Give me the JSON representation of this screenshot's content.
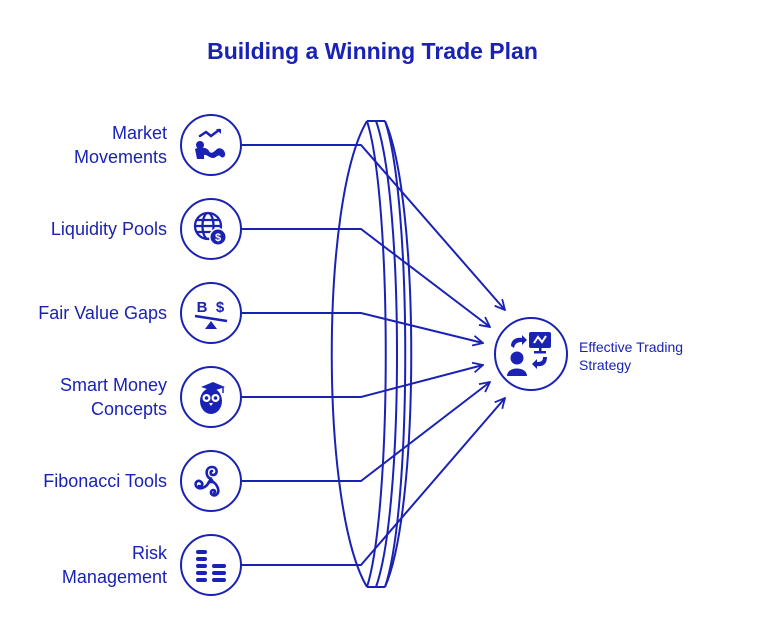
{
  "title": "Building a Winning Trade Plan",
  "colors": {
    "primary": "#1a22b5"
  },
  "inputs": [
    {
      "label": "Market Movements",
      "lines": [
        "Market",
        "Movements"
      ],
      "icon": "market-chart-icon"
    },
    {
      "label": "Liquidity Pools",
      "lines": [
        "Liquidity Pools"
      ],
      "icon": "globe-dollar-icon"
    },
    {
      "label": "Fair Value Gaps",
      "lines": [
        "Fair Value Gaps"
      ],
      "icon": "balance-scale-icon"
    },
    {
      "label": "Smart Money Concepts",
      "lines": [
        "Smart Money",
        "Concepts"
      ],
      "icon": "owl-graduate-icon"
    },
    {
      "label": "Fibonacci Tools",
      "lines": [
        "Fibonacci Tools"
      ],
      "icon": "spiral-triskelion-icon"
    },
    {
      "label": "Risk Management",
      "lines": [
        "Risk",
        "Management"
      ],
      "icon": "stacked-bars-icon"
    }
  ],
  "output": {
    "lines": [
      "Effective Trading",
      "Strategy"
    ],
    "icon": "strategy-presentation-icon"
  }
}
